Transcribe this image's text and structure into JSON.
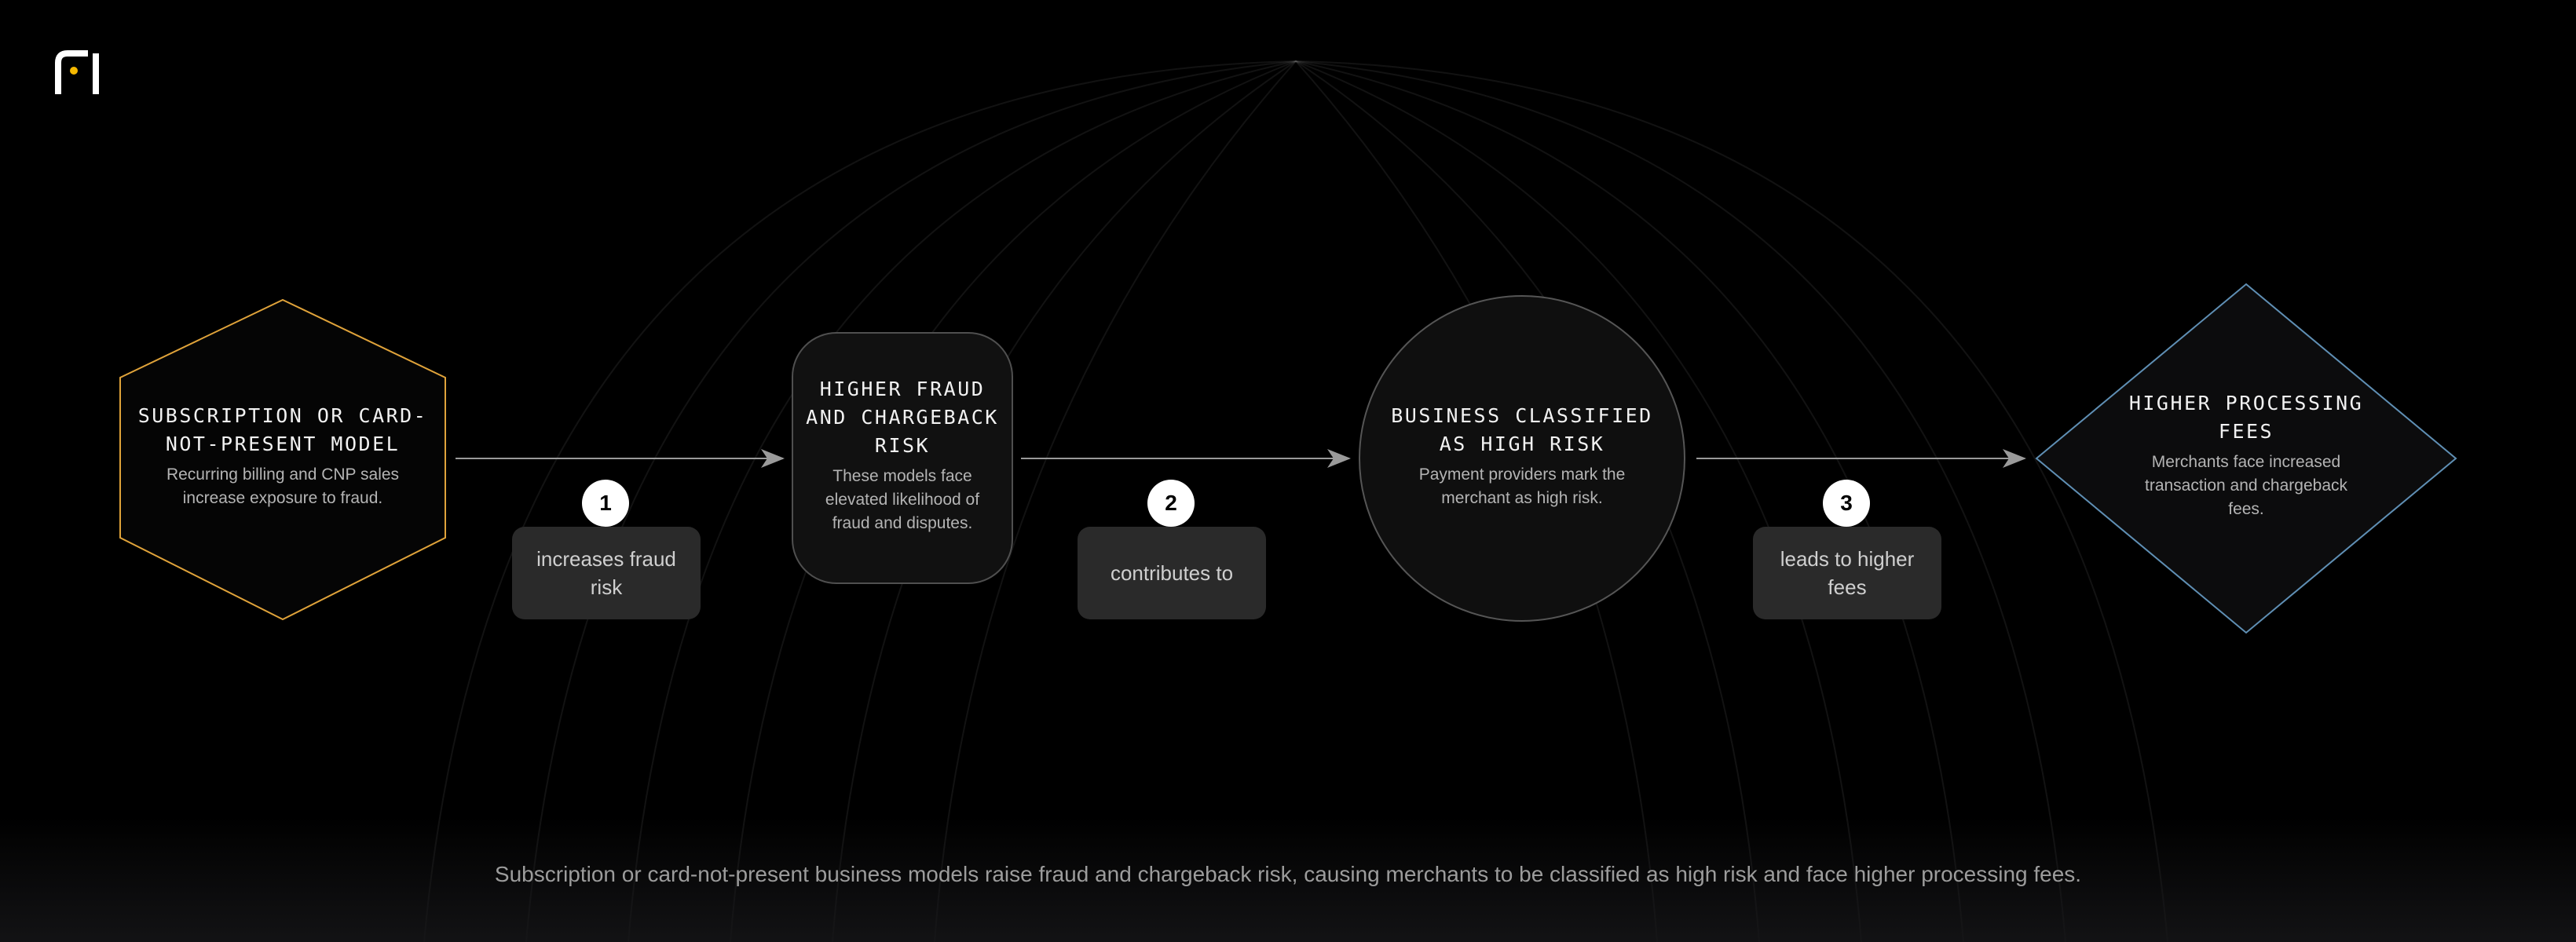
{
  "nodes": [
    {
      "title": "SUBSCRIPTION OR CARD-NOT-PRESENT MODEL",
      "title_lines": [
        "SUBSCRIPTION OR CARD-",
        "NOT-PRESENT MODEL"
      ],
      "description_lines": [
        "Recurring billing and CNP sales",
        "increase exposure to fraud."
      ],
      "shape": "hexagon",
      "border_color": "#e0a33a"
    },
    {
      "title": "HIGHER FRAUD AND CHARGEBACK RISK",
      "title_lines": [
        "HIGHER FRAUD",
        "AND CHARGEBACK",
        "RISK"
      ],
      "description_lines": [
        "These models face",
        "elevated likelihood of",
        "fraud and disputes."
      ],
      "shape": "rounded-rectangle",
      "border_color": "#555555"
    },
    {
      "title": "BUSINESS CLASSIFIED AS HIGH RISK",
      "title_lines": [
        "BUSINESS CLASSIFIED",
        "AS HIGH RISK"
      ],
      "description_lines": [
        "Payment providers mark the",
        "merchant as high risk."
      ],
      "shape": "circle",
      "border_color": "#555555"
    },
    {
      "title": "HIGHER PROCESSING FEES",
      "title_lines": [
        "HIGHER PROCESSING",
        "FEES"
      ],
      "description_lines": [
        "Merchants face increased",
        "transaction and chargeback",
        "fees."
      ],
      "shape": "diamond",
      "border_color": "#5f8fb4"
    }
  ],
  "edges": [
    {
      "step": "1",
      "label_lines": [
        "increases fraud",
        "risk"
      ]
    },
    {
      "step": "2",
      "label_lines": [
        "contributes to"
      ]
    },
    {
      "step": "3",
      "label_lines": [
        "leads to higher",
        "fees"
      ]
    }
  ],
  "caption": "Subscription or card-not-present business models raise fraud and chargeback risk, causing merchants to be classified as high risk and face higher processing fees.",
  "colors": {
    "background": "#000000",
    "arrow": "#9a9a9a",
    "logo_white": "#ffffff",
    "logo_accent": "#f5b800",
    "badge": "#ffffff",
    "edge_label_bg": "#2a2a2a"
  }
}
